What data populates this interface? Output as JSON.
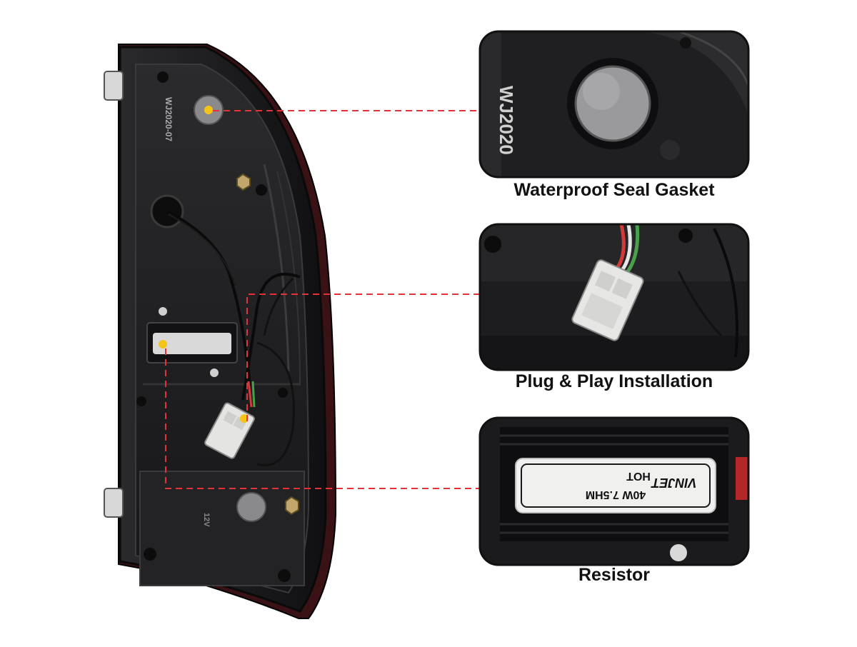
{
  "callouts": [
    {
      "caption": "Waterproof Seal Gasket"
    },
    {
      "caption": "Plug & Play Installation"
    },
    {
      "caption": "Resistor"
    }
  ],
  "housing": {
    "part_number": "WJ2020-07",
    "voltage_mark": "12V"
  },
  "gasket_detail": {
    "part_number": "WJ2020"
  },
  "resistor_label": {
    "brand": "VINJET",
    "rating": "40W 7.5HM",
    "warning": "HOT"
  },
  "colors": {
    "leader_line": "#e0343a",
    "marker_dot": "#f4c518",
    "housing": "#1c1c1e",
    "caption_text": "#111111"
  }
}
